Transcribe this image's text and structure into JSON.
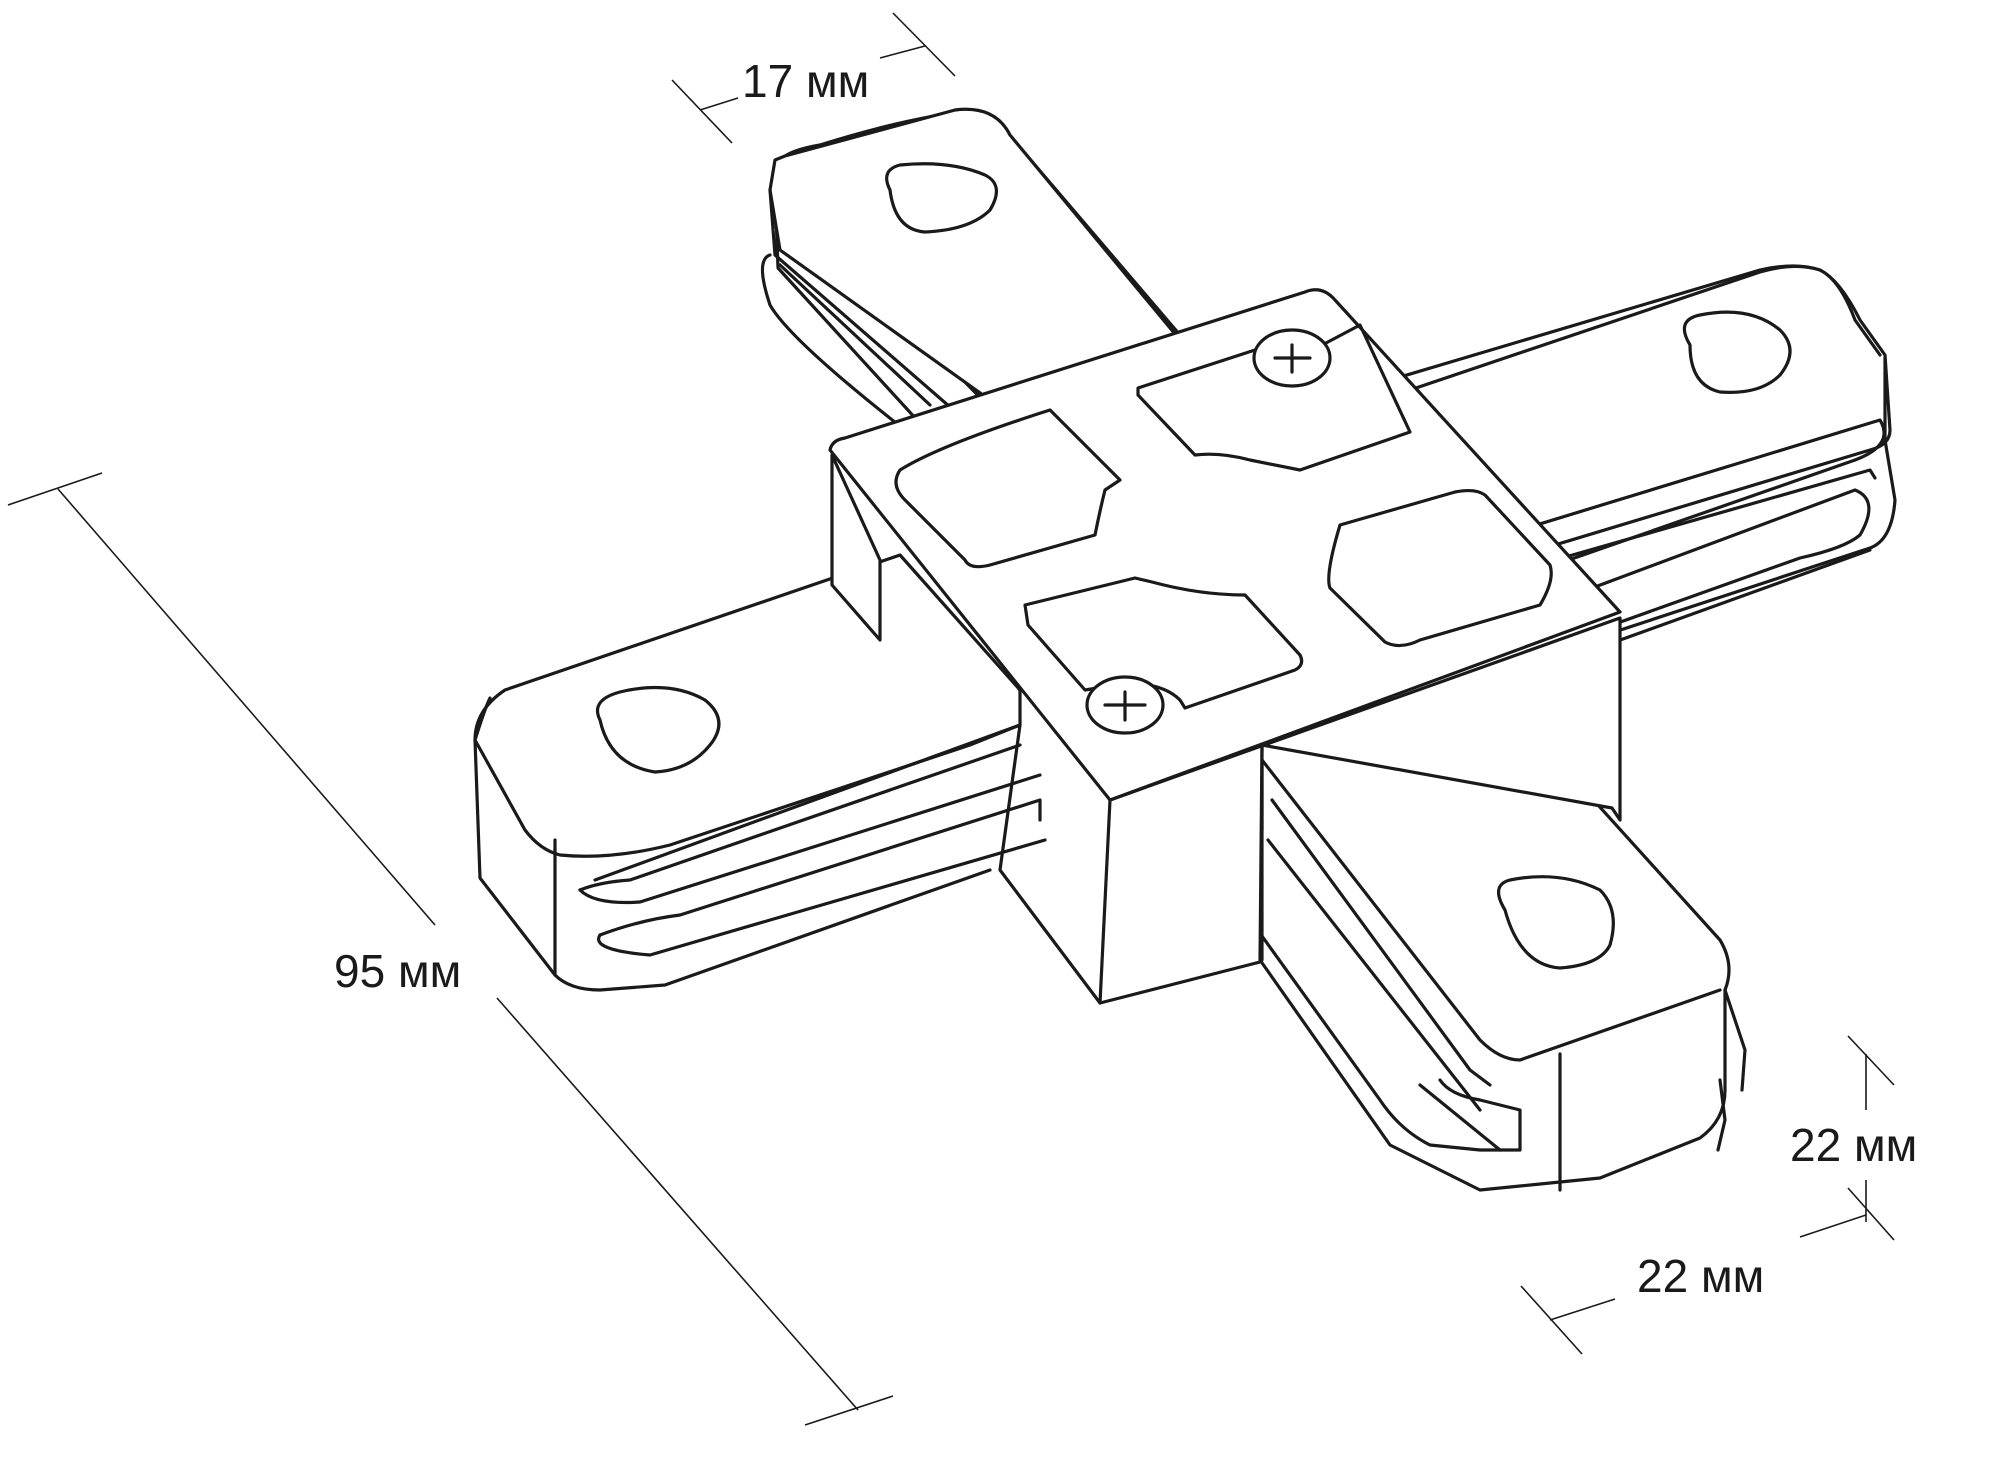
{
  "dimensions": {
    "width_top": "17 мм",
    "length": "95 мм",
    "height": "22 мм",
    "depth": "22 мм"
  },
  "colors": {
    "line": "#1a1a1a",
    "background": "#ffffff"
  }
}
